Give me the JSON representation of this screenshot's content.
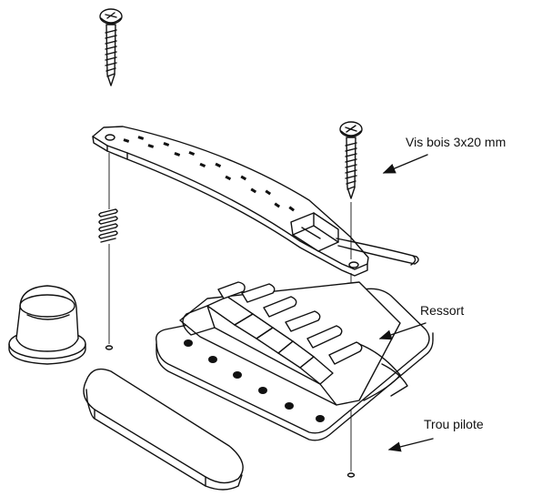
{
  "labels": {
    "screw": "Vis bois 3x20 mm",
    "spring": "Ressort",
    "pilot_hole": "Trou pilote"
  }
}
